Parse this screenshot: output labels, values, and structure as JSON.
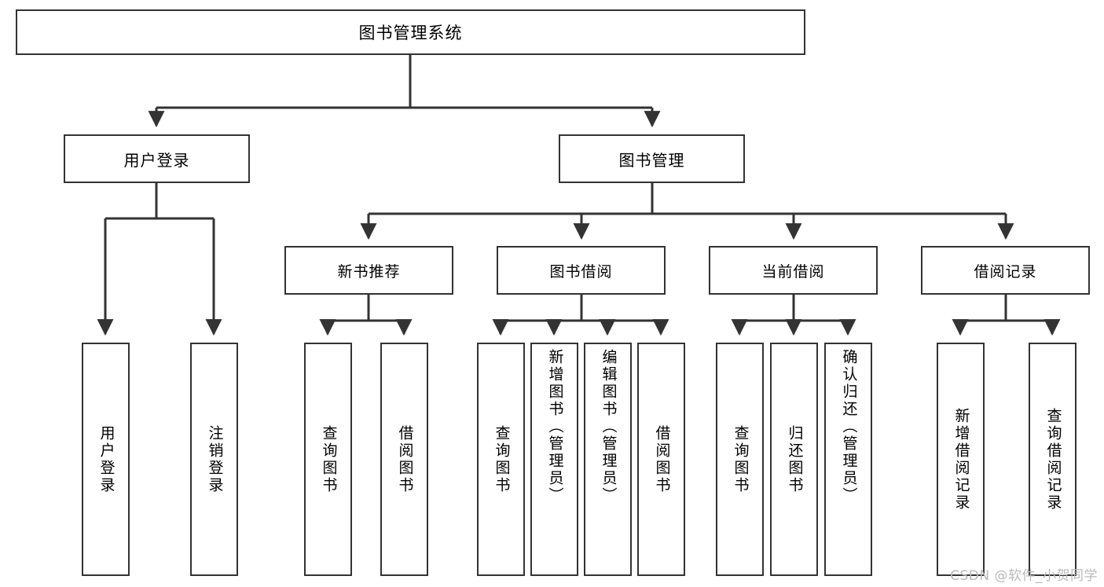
{
  "diagram": {
    "title": "图书管理系统",
    "watermark": "CSDN @软件_小贺同学",
    "colors": {
      "stroke": "#333333",
      "fill": "#ffffff",
      "text": "#000000",
      "watermark": "#b9b9b9"
    },
    "root": {
      "label": "图书管理系统"
    },
    "level1": [
      {
        "label": "用户登录"
      },
      {
        "label": "图书管理"
      }
    ],
    "level2": [
      {
        "label": "新书推荐"
      },
      {
        "label": "图书借阅"
      },
      {
        "label": "当前借阅"
      },
      {
        "label": "借阅记录"
      }
    ],
    "leaves": {
      "user_login": [
        {
          "label": "用户登录"
        },
        {
          "label": "注销登录"
        }
      ],
      "new_book_recommend": [
        {
          "label": "查询图书"
        },
        {
          "label": "借阅图书"
        }
      ],
      "book_borrow": [
        {
          "label": "查询图书"
        },
        {
          "label": "新增图书（管理员）"
        },
        {
          "label": "编辑图书（管理员）"
        },
        {
          "label": "借阅图书"
        }
      ],
      "current_borrow": [
        {
          "label": "查询图书"
        },
        {
          "label": "归还图书"
        },
        {
          "label": "确认归还（管理员）"
        }
      ],
      "borrow_record": [
        {
          "label": "新增借阅记录"
        },
        {
          "label": "查询借阅记录"
        }
      ]
    }
  }
}
